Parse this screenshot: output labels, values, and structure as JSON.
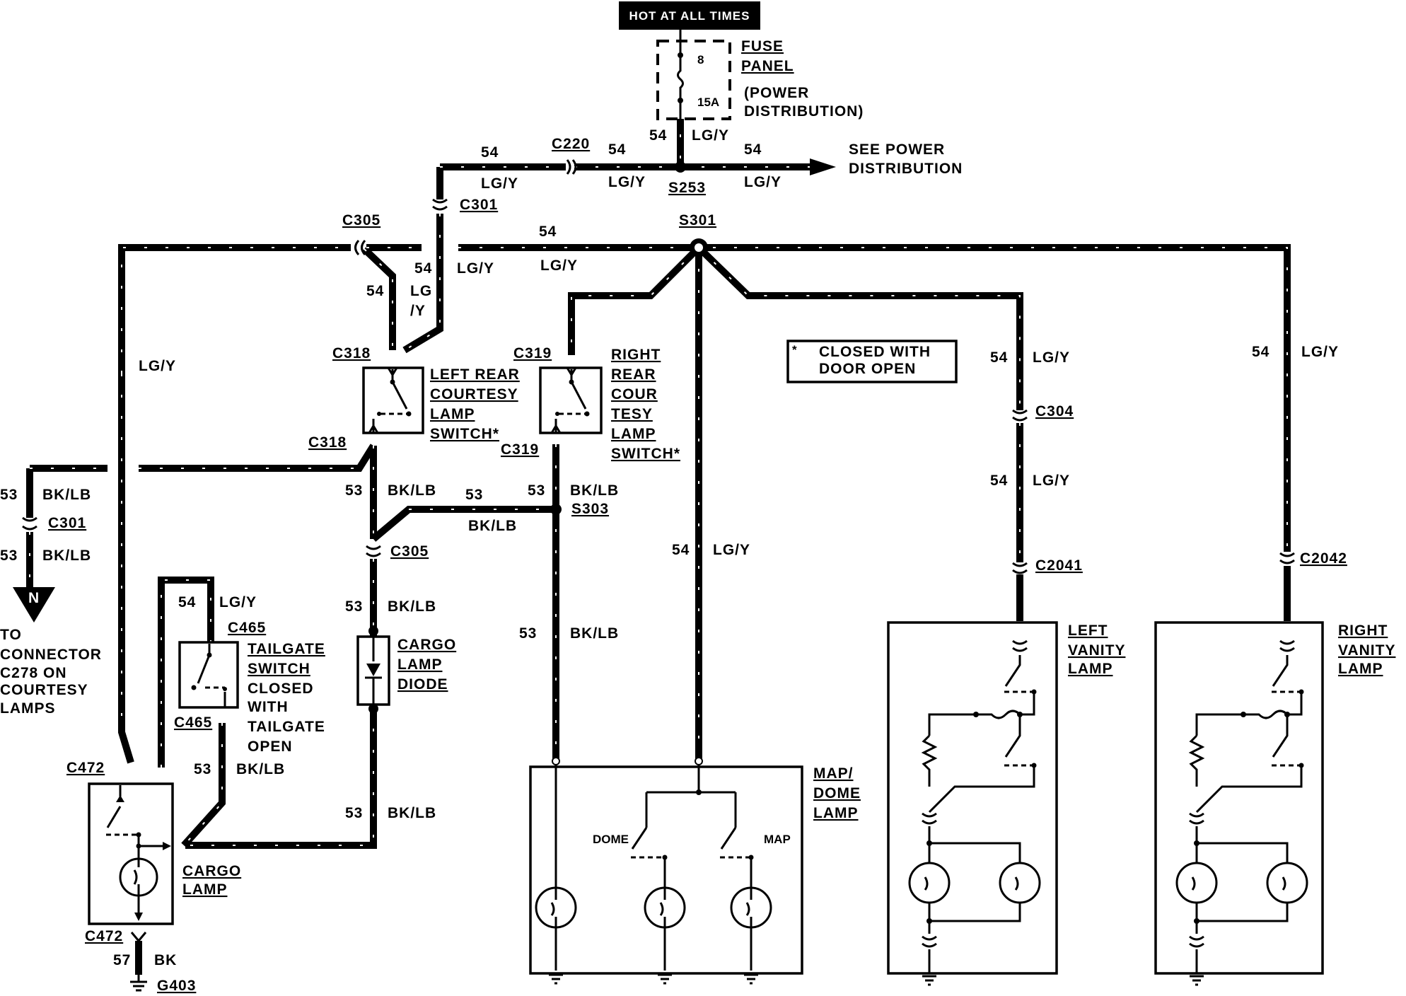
{
  "power": {
    "hot_at_all_times": "HOT AT ALL TIMES",
    "fuse_panel": [
      "FUSE",
      "PANEL"
    ],
    "power_distribution": [
      "(POWER",
      "DISTRIBUTION)"
    ],
    "fuse_number": "8",
    "fuse_rating": "15A",
    "see_power_distribution": [
      "SEE POWER",
      "DISTRIBUTION"
    ]
  },
  "legend": {
    "note": [
      "CLOSED WITH",
      "DOOR OPEN"
    ],
    "marker": "*"
  },
  "connectors": {
    "c220": "C220",
    "s253": "S253",
    "c301": "C301",
    "c305": "C305",
    "s301": "S301",
    "c318": "C318",
    "c319": "C319",
    "s303": "S303",
    "c304": "C304",
    "c2041": "C2041",
    "c2042": "C2042",
    "c465": "C465",
    "c472": "C472",
    "g403": "G403"
  },
  "circuits": {
    "c54": "54",
    "c53": "53",
    "c57": "57"
  },
  "colors": {
    "lgy": "LG/Y",
    "bklb": "BK/LB",
    "bk": "BK",
    "lg": "LG",
    "slash_y": "/Y"
  },
  "components": {
    "left_rear_switch": [
      "LEFT REAR",
      "COURTESY",
      "LAMP",
      "SWITCH*"
    ],
    "right_rear_switch": [
      "RIGHT",
      "REAR",
      "COUR",
      "TESY",
      "LAMP",
      "SWITCH*"
    ],
    "tailgate_switch": [
      "TAILGATE",
      "SWITCH",
      "CLOSED",
      "WITH",
      "TAILGATE",
      "OPEN"
    ],
    "cargo_lamp_diode": [
      "CARGO",
      "LAMP",
      "DIODE"
    ],
    "cargo_lamp": [
      "CARGO",
      "LAMP"
    ],
    "map_dome_lamp": [
      "MAP/",
      "DOME",
      "LAMP"
    ],
    "dome": "DOME",
    "map": "MAP",
    "left_vanity_lamp": [
      "LEFT",
      "VANITY",
      "LAMP"
    ],
    "right_vanity_lamp": [
      "RIGHT",
      "VANITY",
      "LAMP"
    ],
    "to_connector": [
      "TO",
      "CONNECTOR",
      "C278 ON",
      "COURTESY",
      "LAMPS"
    ],
    "n_marker": "N"
  }
}
